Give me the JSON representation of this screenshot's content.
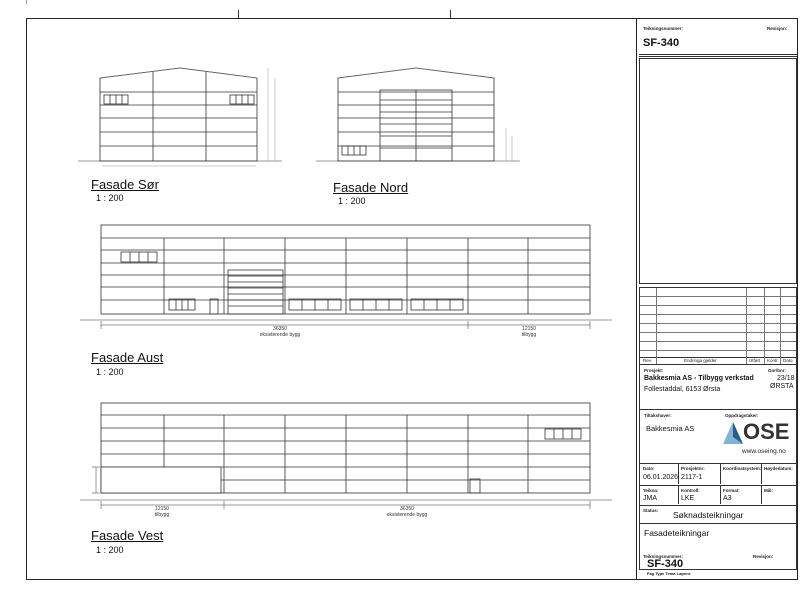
{
  "facades": {
    "sor": {
      "title": "Fasade Sør",
      "scale": "1 : 200"
    },
    "nord": {
      "title": "Fasade Nord",
      "scale": "1 : 200"
    },
    "aust": {
      "title": "Fasade Aust",
      "scale": "1 : 200",
      "dim_left": "36350",
      "dim_left_sub": "eksisterende bygg",
      "dim_right": "12150",
      "dim_right_sub": "tilbygg"
    },
    "vest": {
      "title": "Fasade Vest",
      "scale": "1 : 200",
      "dim_left": "12150",
      "dim_left_sub": "tilbygg",
      "dim_right": "36350",
      "dim_right_sub": "eksisterende bygg"
    }
  },
  "titleblock": {
    "top_label": "Teikningsnummer:",
    "top_rev_label": "Revisjon:",
    "top_number": "SF-340",
    "rev_headers": {
      "rev": "Rev.",
      "change": "Endringa gjelder",
      "by": "Utført",
      "check": "Kontr.",
      "date": "Dato"
    },
    "project_label": "Prosjekt:",
    "gnr_label": "Gnr/bnr:",
    "project_name": "Bakkesmia AS - Tilbygg verkstad",
    "address": "Follestaddal, 6153 Ørsta",
    "gnr": "23/18",
    "municipality": "ØRSTA",
    "client_label": "Tiltakshaver:",
    "consultant_label": "Oppdragstaker:",
    "client": "Bakkesmia AS",
    "logo_text": "OSE",
    "website": "www.oseing.no",
    "date_label": "Dato:",
    "projno_label": "Prosjektnr:",
    "coord_label": "Koordinatsystem:",
    "height_label": "Høydedatum:",
    "date": "06.01.2026",
    "projno": "2117-1",
    "drawn_label": "Teikna:",
    "control_label": "Kontroll:",
    "format_label": "Format:",
    "scale_label": "Mål:",
    "drawn": "JMA",
    "control": "LKE",
    "format": "A3",
    "status_label": "Status:",
    "status": "Søknadsteikningar",
    "drawing_title": "Fasadeteikningar",
    "bottom_label": "Teikningsnummer:",
    "bottom_rev_label": "Revisjon:",
    "bottom_number": "SF-340",
    "bottom_sub": "Fag Type Tema Løpenr."
  },
  "colors": {
    "logo_blue": "#2a5d86",
    "logo_light": "#7fb3d8",
    "line": "#333333"
  }
}
